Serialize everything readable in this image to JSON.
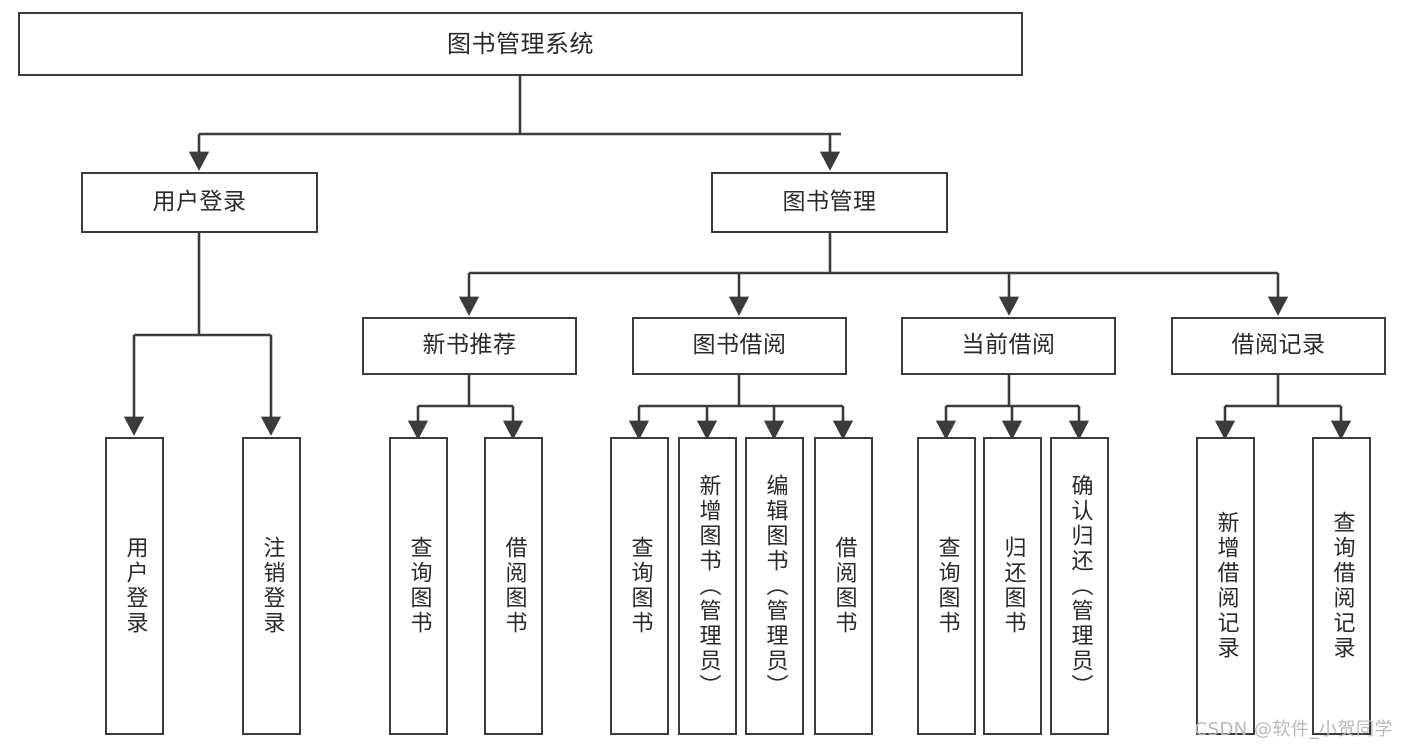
{
  "diagram": {
    "title": "图书管理系统",
    "type": "tree-hierarchy",
    "watermark": "CSDN @软件_小贺同学",
    "colors": {
      "box_border": "#3b3b3b",
      "box_fill": "#ffffff",
      "edge": "#3b3b3b",
      "text": "#2a2a2a",
      "watermark": "#b9b9b9",
      "background": "#ffffff"
    },
    "nodes": {
      "root": {
        "label": "图书管理系统"
      },
      "level2": [
        {
          "id": "user-login",
          "label": "用户登录"
        },
        {
          "id": "book-manage",
          "label": "图书管理"
        }
      ],
      "level3": [
        {
          "id": "new-book-recommend",
          "label": "新书推荐"
        },
        {
          "id": "book-borrow",
          "label": "图书借阅"
        },
        {
          "id": "current-borrow",
          "label": "当前借阅"
        },
        {
          "id": "borrow-record",
          "label": "借阅记录"
        }
      ],
      "leaves": {
        "user_login": [
          {
            "id": "leaf-user-login",
            "label": "用户登录"
          },
          {
            "id": "leaf-logout-login",
            "label": "注销登录"
          }
        ],
        "new_book_recommend": [
          {
            "id": "leaf-query-book-1",
            "label": "查询图书"
          },
          {
            "id": "leaf-borrow-book-1",
            "label": "借阅图书"
          }
        ],
        "book_borrow": [
          {
            "id": "leaf-query-book-2",
            "label": "查询图书"
          },
          {
            "id": "leaf-add-book",
            "label": "新增图书（管理员）"
          },
          {
            "id": "leaf-edit-book",
            "label": "编辑图书（管理员）"
          },
          {
            "id": "leaf-borrow-book-2",
            "label": "借阅图书"
          }
        ],
        "current_borrow": [
          {
            "id": "leaf-query-book-3",
            "label": "查询图书"
          },
          {
            "id": "leaf-return-book",
            "label": "归还图书"
          },
          {
            "id": "leaf-confirm-return",
            "label": "确认归还（管理员）"
          }
        ],
        "borrow_record": [
          {
            "id": "leaf-add-record",
            "label": "新增借阅记录"
          },
          {
            "id": "leaf-query-record",
            "label": "查询借阅记录"
          }
        ]
      }
    }
  }
}
